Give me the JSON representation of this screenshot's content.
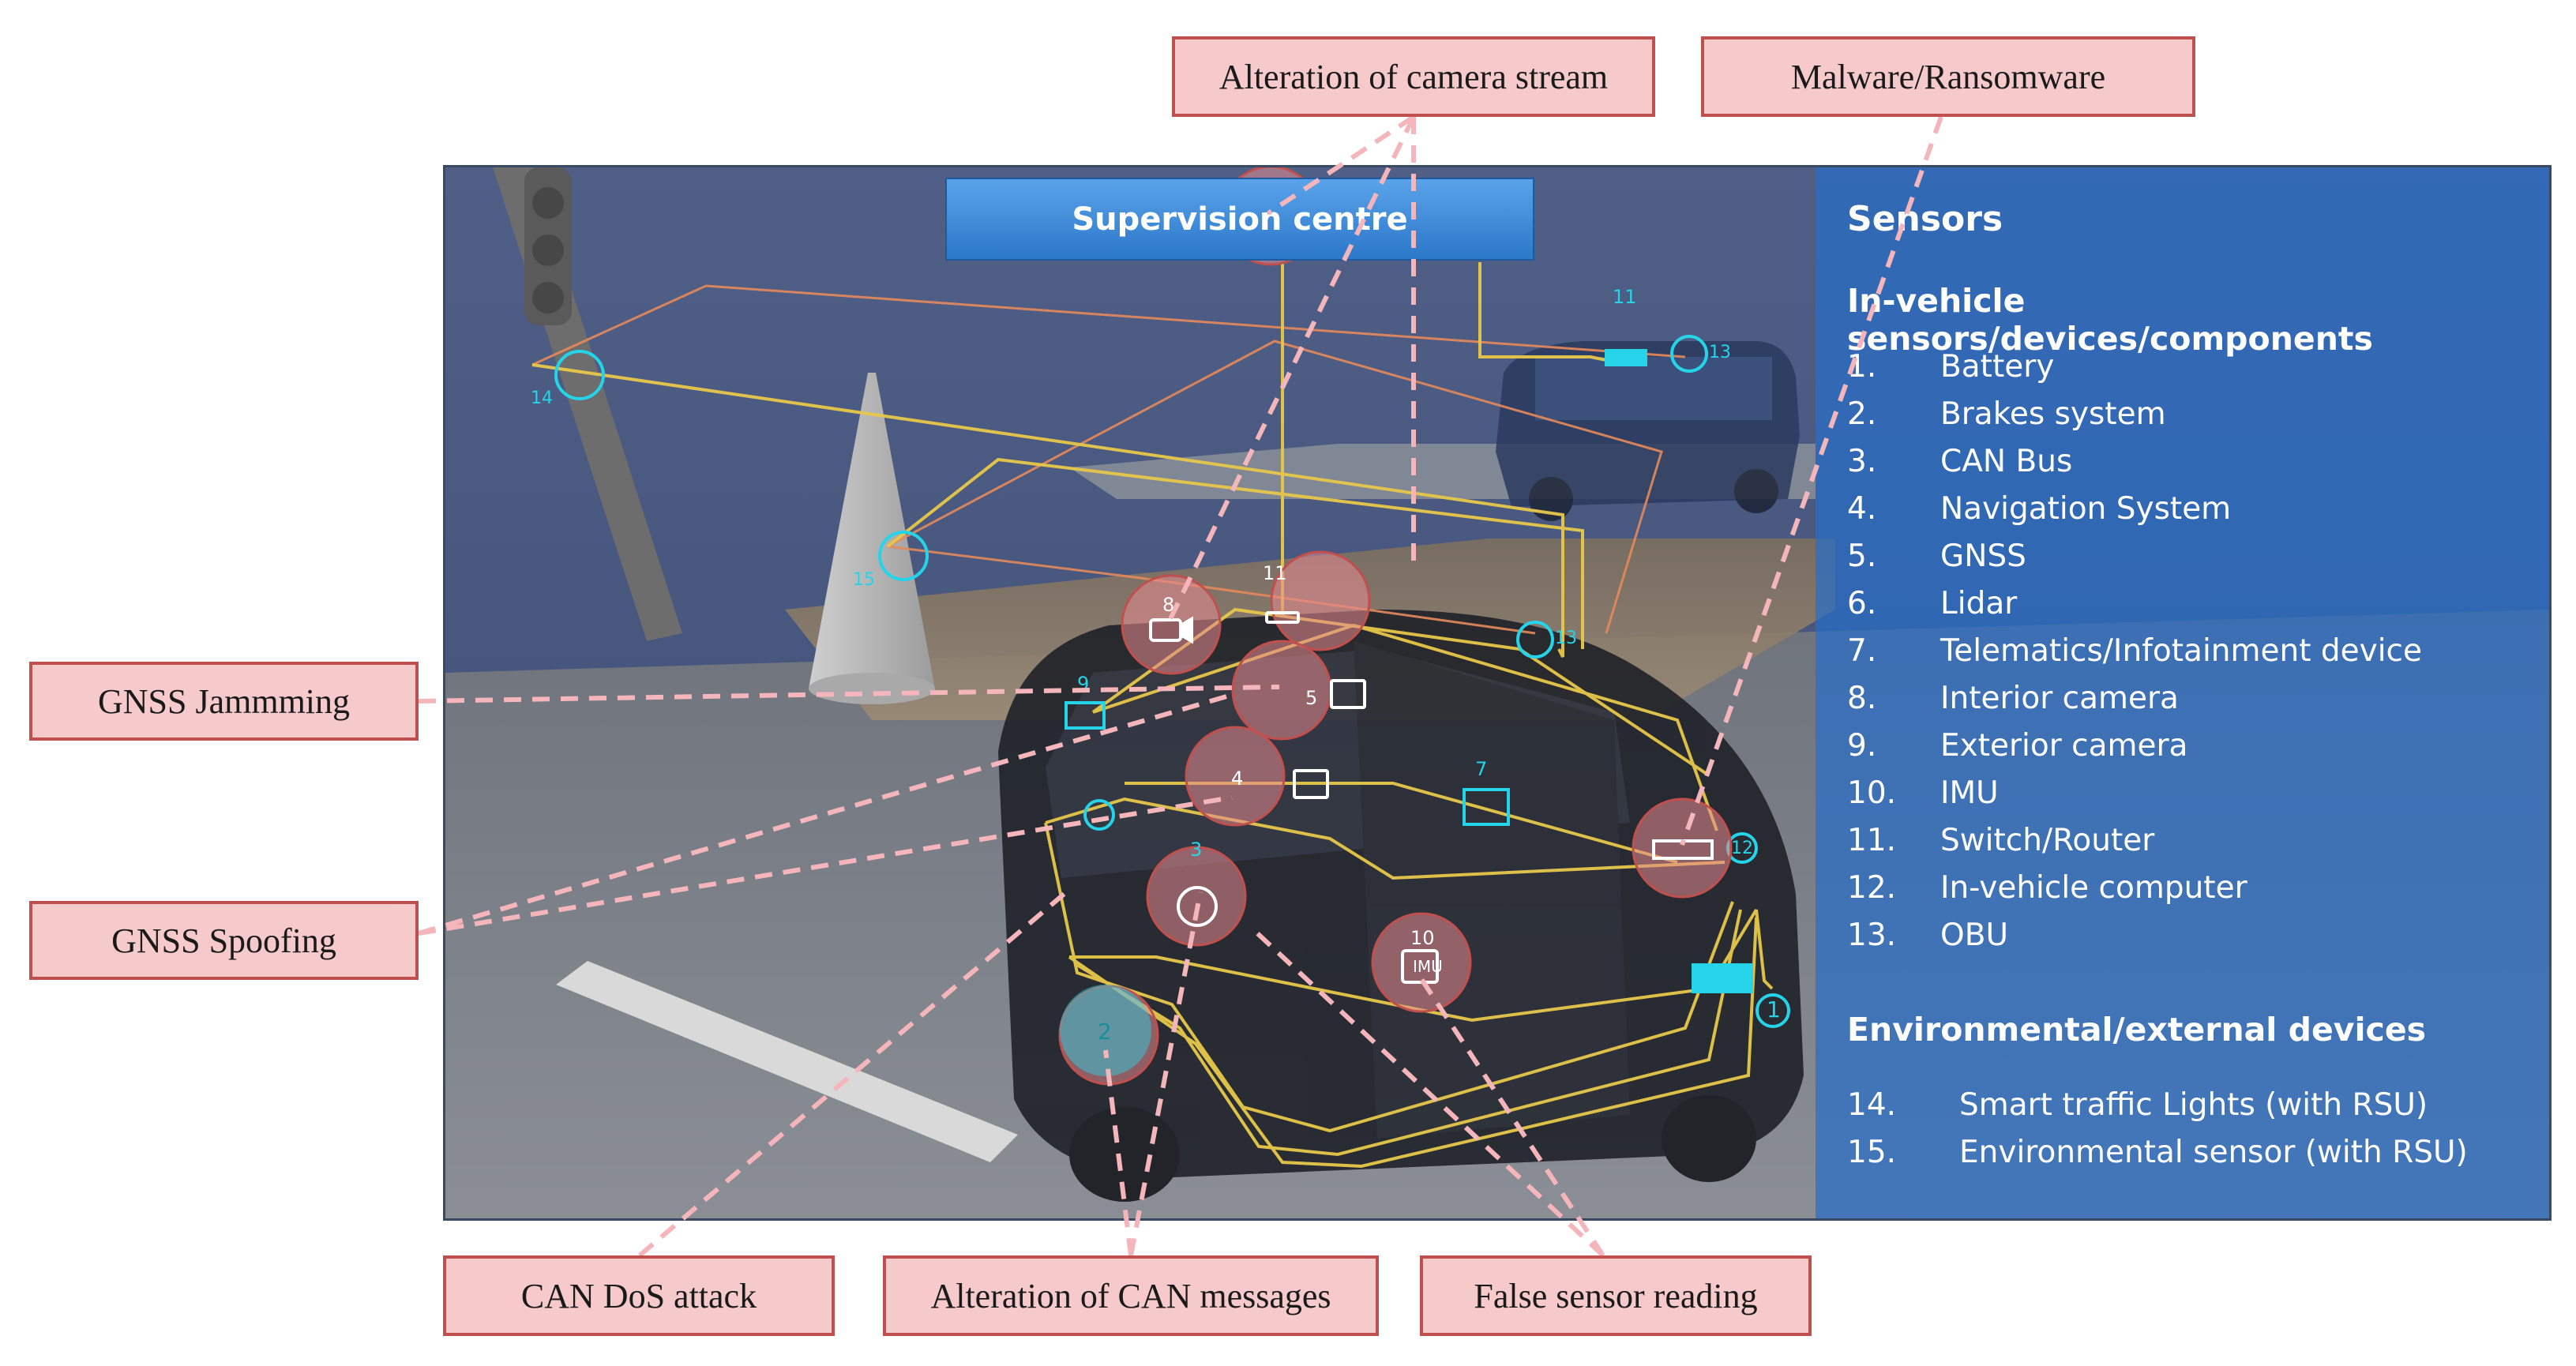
{
  "scene": {
    "supervision_label": "Supervision centre"
  },
  "attack_labels": {
    "camera_stream": "Alteration of camera stream",
    "malware": "Malware/Ransomware",
    "gnss_jamming": "GNSS Jammming",
    "gnss_spoofing": "GNSS Spoofing",
    "can_dos": "CAN DoS attack",
    "can_messages": "Alteration of CAN messages",
    "false_sensor": "False sensor reading"
  },
  "sensors_panel": {
    "title": "Sensors",
    "subtitle": "In-vehicle sensors/devices/components",
    "items": [
      {
        "num": "1.",
        "label": "Battery"
      },
      {
        "num": "2.",
        "label": "Brakes system"
      },
      {
        "num": "3.",
        "label": "CAN Bus"
      },
      {
        "num": "4.",
        "label": "Navigation System"
      },
      {
        "num": "5.",
        "label": "GNSS"
      },
      {
        "num": "6.",
        "label": "Lidar"
      },
      {
        "num": "7.",
        "label": "Telematics/Infotainment device"
      },
      {
        "num": "8.",
        "label": "Interior camera"
      },
      {
        "num": "9.",
        "label": "Exterior camera"
      },
      {
        "num": "10.",
        "label": "IMU"
      },
      {
        "num": "11.",
        "label": "Switch/Router"
      },
      {
        "num": "12.",
        "label": "In-vehicle computer"
      },
      {
        "num": "13.",
        "label": "OBU"
      }
    ],
    "env_title": "Environmental/external devices",
    "env_items": [
      {
        "num": "14.",
        "label": "Smart traffic Lights (with RSU)"
      },
      {
        "num": "15.",
        "label": "Environmental sensor (with RSU)"
      }
    ]
  },
  "markers": {
    "m1": "1",
    "m2": "2",
    "m3": "3",
    "m4": "4",
    "m5": "5",
    "m7": "7",
    "m8": "8",
    "m9": "9",
    "m10": "10",
    "m11a": "11",
    "m11b": "11",
    "m12": "12",
    "m13a": "13",
    "m13b": "13",
    "m14": "14",
    "m15": "15",
    "imu": "IMU"
  },
  "colors": {
    "label_fill": "#f6caca",
    "label_border": "#c0504d",
    "dash": "#f4b6bb",
    "wire_yellow": "#e7c84a",
    "wire_orange": "#e58a5a",
    "icon_cyan": "#25d4e8",
    "panel": "#2f76c8"
  }
}
